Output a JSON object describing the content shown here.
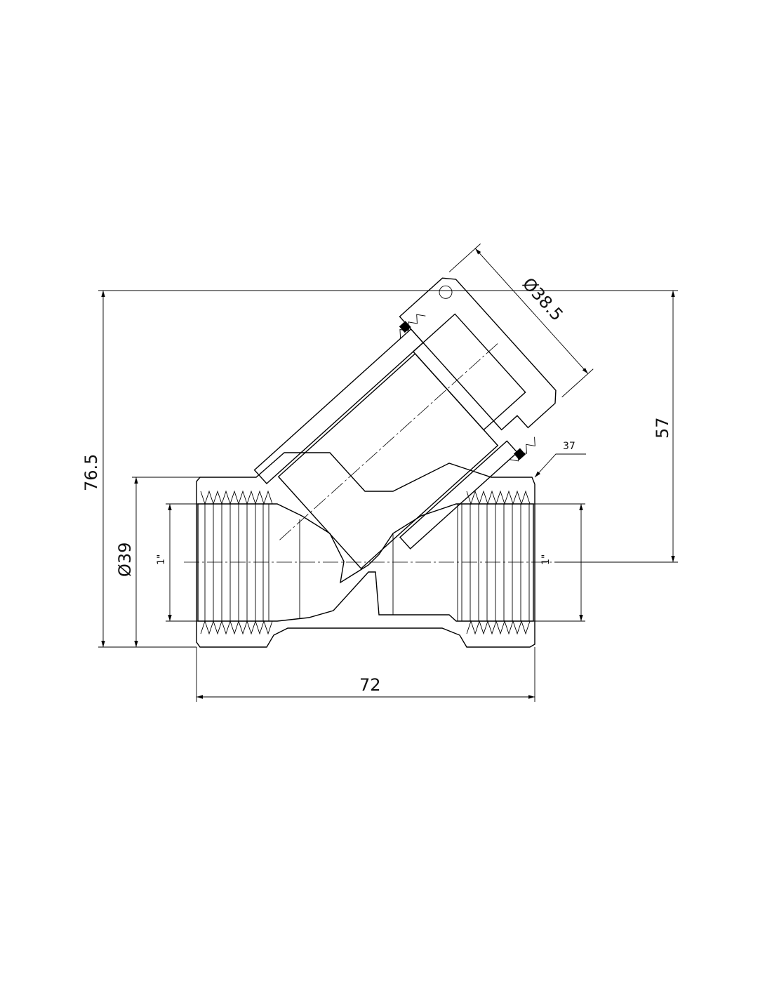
{
  "drawing": {
    "title": "Y-strainer sectional view",
    "dimensions": {
      "overall_height": "76.5",
      "outer_diameter": "Ø39",
      "thread_left": "1\"",
      "thread_right": "1\"",
      "length": "72",
      "axis_height": "57",
      "cap_diameter": "Ø38.5",
      "wrench_size": "37"
    }
  }
}
